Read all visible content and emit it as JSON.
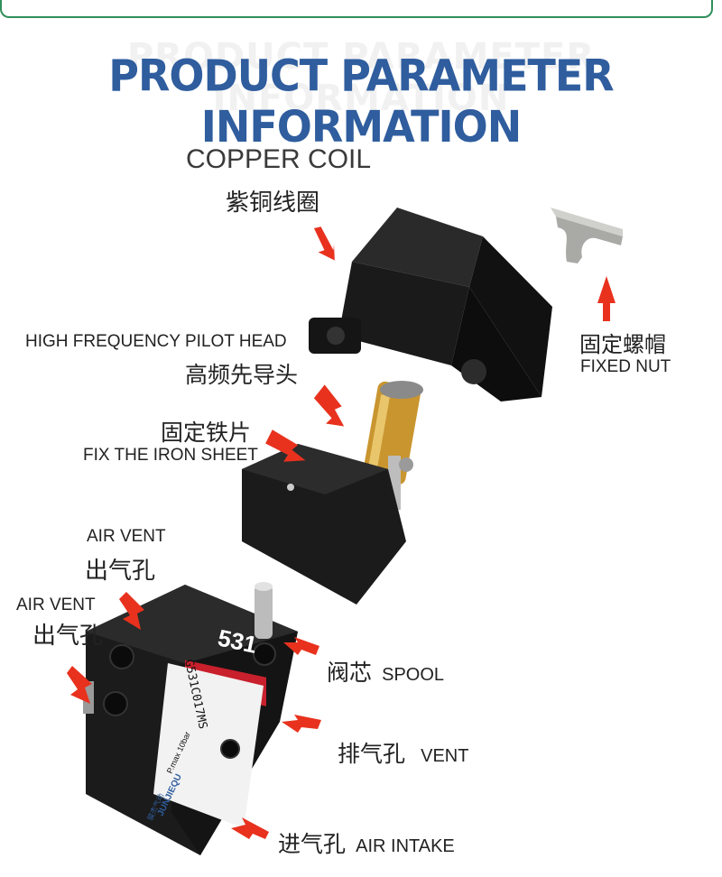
{
  "header": {
    "watermark": "PRODUCT PARAMETER INFORMATION",
    "title": "PRODUCT PARAMETER INFORMATION"
  },
  "labels": {
    "copper_coil_en": "COPPER COIL",
    "copper_coil_cn": "紫铜线圈",
    "fixed_nut_cn": "固定螺帽",
    "fixed_nut_en": "FIXED NUT",
    "pilot_head_en": "HIGH FREQUENCY PILOT HEAD",
    "pilot_head_cn": "高频先导头",
    "iron_sheet_cn": "固定铁片",
    "iron_sheet_en": "FIX THE IRON SHEET",
    "air_vent1_en": "AIR VENT",
    "air_vent1_cn": "出气孔",
    "air_vent2_en": "AIR VENT",
    "air_vent2_cn": "出气孔",
    "spool_cn": "阀芯",
    "spool_en": "SPOOL",
    "vent_cn": "排气孔",
    "vent_en": "VENT",
    "intake_cn": "进气孔",
    "intake_en": "AIR INTAKE"
  },
  "valve_body": {
    "number": "531",
    "model": "G531C017MS",
    "pressure": "P.max 10bar",
    "brand": "JUNJIEQU",
    "brand_cn": "骏杰气动"
  },
  "colors": {
    "title": "#2f5d9e",
    "arrow": "#e8321e",
    "body_black": "#1b1b1b",
    "label_red": "#c8202c",
    "brass": "#c9952f",
    "border_green": "#2f8f5a"
  }
}
